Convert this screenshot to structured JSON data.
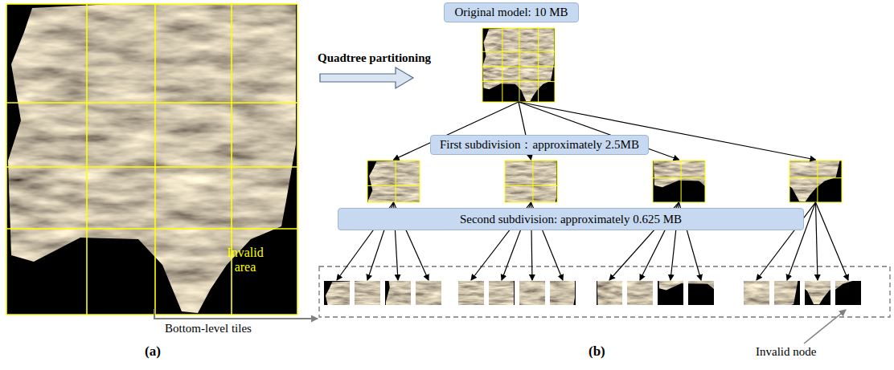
{
  "diagram": {
    "nodes": [
      {
        "text": [
          "Original model: 10 MB"
        ]
      },
      {
        "text": [
          "First subdivision：approximately 2.5MB"
        ]
      },
      {
        "text": [
          "Second subdivision: approximately 0.625 MB"
        ]
      }
    ],
    "labels": [
      "Quadtree partitioning",
      "Invalid area",
      "(a)",
      "Bottom-level tiles",
      "(b)",
      "Invalid node"
    ]
  }
}
